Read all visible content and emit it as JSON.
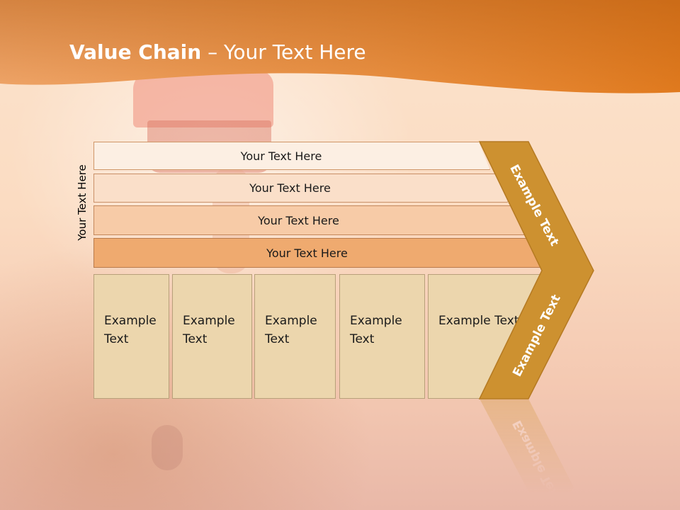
{
  "slide": {
    "title_bold": "Value Chain",
    "title_rest": " – Your Text Here",
    "side_label": "Your Text Here",
    "bars": [
      "Your Text Here",
      "Your Text Here",
      "Your Text Here",
      "Your Text Here"
    ],
    "boxes": [
      "Example Text",
      "Example Text",
      "Example Text",
      "Example Text",
      "Example Text"
    ],
    "chevron_top_label": "Example Text",
    "chevron_bottom_label": "Example Text"
  },
  "colors": {
    "header": "#e5812a",
    "chevron": "#cd9130",
    "chevron_stroke": "#b57a22"
  }
}
